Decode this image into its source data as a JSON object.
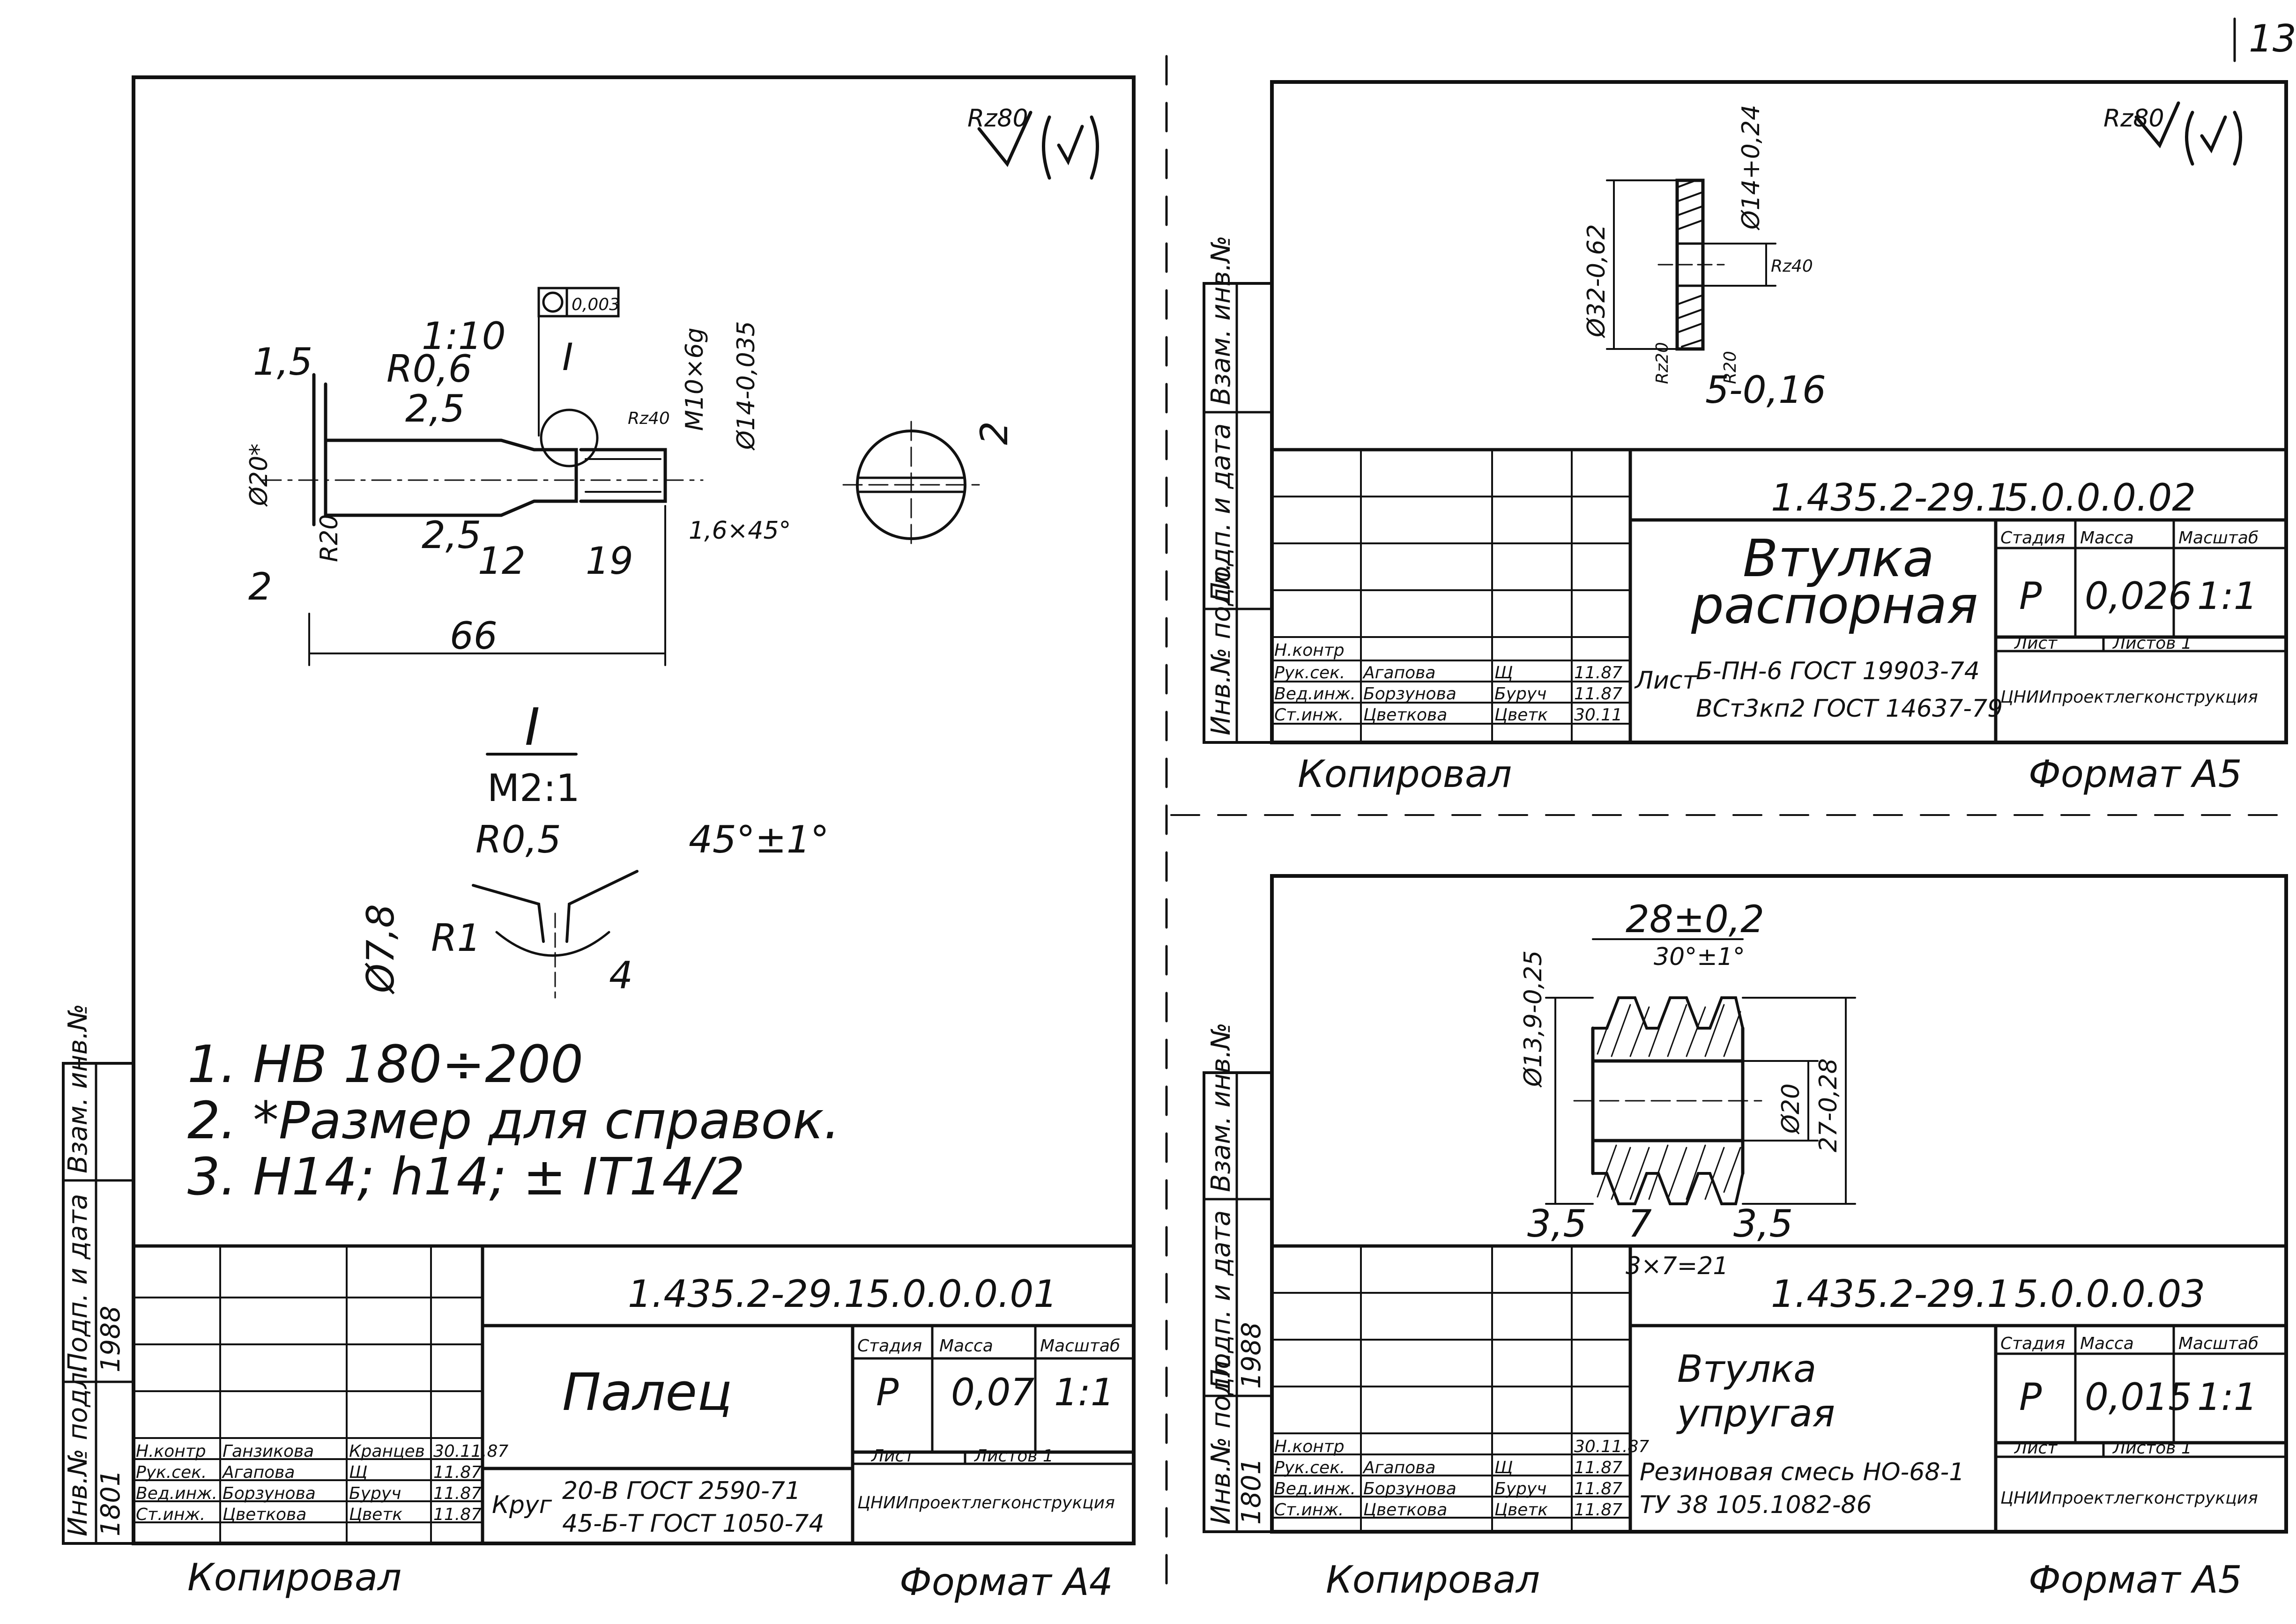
{
  "page": {
    "corner_number": "13"
  },
  "sheet1": {
    "roughness": "Rz80",
    "notes": [
      "1. HB 180÷200",
      "2. *Размер для справок.",
      "3. H14; h14; ± IT14/2"
    ],
    "section": {
      "label": "I",
      "scale": "M2:1"
    },
    "dims": {
      "d15": "1,5",
      "r06": "R0,6",
      "taper": "1:10",
      "tol_val": "0,003",
      "sec_mark": "I",
      "d25a": "2,5",
      "d25b": "2,5",
      "thread": "M10×6g",
      "dia14": "Ø14-0,035",
      "dia20": "Ø20*",
      "r20": "R20",
      "d2": "2",
      "d12": "12",
      "d19": "19",
      "chamfer": "1,6×45°",
      "d66": "66",
      "d2r": "2",
      "rz": "Rz40"
    },
    "detail": {
      "r05": "R0,5",
      "angle": "45°±1°",
      "r1": "R1",
      "d78": "Ø7,8",
      "d4": "4"
    },
    "title": {
      "doc_code": "1.435.2-29.1",
      "part_code": "5.0.0.0.01",
      "name": "Палец",
      "stage_h": "Стадия",
      "mass_h": "Масса",
      "scale_h": "Масштаб",
      "stage": "Р",
      "mass": "0,07",
      "scale": "1:1",
      "sheet_h": "Лист",
      "sheets_h": "Листов 1",
      "material_pre": "Круг",
      "material1": "20-В ГОСТ 2590-71",
      "material2": "45-Б-Т ГОСТ 1050-74",
      "org": "ЦНИИпроектлегконструкция"
    },
    "staff": [
      {
        "role": "Н.контр",
        "name": "Ганзикова",
        "sign": "Кранцев",
        "date": "30.11.87"
      },
      {
        "role": "Рук.сек.",
        "name": "Агапова",
        "sign": "Щ",
        "date": "11.87"
      },
      {
        "role": "Вед.инж.",
        "name": "Борзунова",
        "sign": "Буруч",
        "date": "11.87"
      },
      {
        "role": "Ст.инж.",
        "name": "Цветкова",
        "sign": "Цветк",
        "date": "11.87"
      }
    ],
    "side_labels": [
      "Инв.№ подл.",
      "Подп. и дата",
      "Взам. инв.№"
    ],
    "side_values": [
      "1801",
      "1988"
    ],
    "copied": "Копировал",
    "format": "Формат А4"
  },
  "sheet2": {
    "roughness": "Rz80",
    "dims": {
      "d32": "Ø32-0,62",
      "d14": "Ø14+0,24",
      "rz40": "Rz40",
      "r20": "R20",
      "rz20": "Rz20",
      "thk": "5-0,16"
    },
    "title": {
      "doc_code": "1.435.2-29.1",
      "part_code": "5.0.0.0.02",
      "name1": "Втулка",
      "name2": "распорная",
      "stage_h": "Стадия",
      "mass_h": "Масса",
      "scale_h": "Масштаб",
      "stage": "Р",
      "mass": "0,026",
      "scale": "1:1",
      "sheet_h": "Лист",
      "sheets_h": "Листов 1",
      "material_pre": "Лист",
      "material1": "Б-ПН-6 ГОСТ 19903-74",
      "material2": "ВСт3кп2 ГОСТ 14637-79",
      "org": "ЦНИИпроектлегконструкция"
    },
    "staff": [
      {
        "role": "Н.контр",
        "name": "",
        "sign": "",
        "date": ""
      },
      {
        "role": "Рук.сек.",
        "name": "Агапова",
        "sign": "Щ",
        "date": "11.87"
      },
      {
        "role": "Вед.инж.",
        "name": "Борзунова",
        "sign": "Буруч",
        "date": "11.87"
      },
      {
        "role": "Ст.инж.",
        "name": "Цветкова",
        "sign": "Цветк",
        "date": "30.11"
      }
    ],
    "side_labels": [
      "Инв.№ подл.",
      "Подп. и дата",
      "Взам. инв.№"
    ],
    "copied": "Копировал",
    "format": "Формат А5"
  },
  "sheet3": {
    "dims": {
      "d28": "28±0,2",
      "ang": "30°±1°",
      "d139": "Ø13,9-0,25",
      "d20": "Ø20",
      "d27": "27-0,28",
      "d35a": "3,5",
      "d7": "7",
      "d35b": "3,5",
      "d3x7": "3×7=21"
    },
    "title": {
      "doc_code": "1.435.2-29.1",
      "part_code": "5.0.0.0.03",
      "name1": "Втулка",
      "name2": "упругая",
      "stage_h": "Стадия",
      "mass_h": "Масса",
      "scale_h": "Масштаб",
      "stage": "Р",
      "mass": "0,015",
      "scale": "1:1",
      "sheet_h": "Лист",
      "sheets_h": "Листов 1",
      "material1": "Резиновая смесь НО-68-1",
      "material2": "ТУ 38 105.1082-86",
      "org": "ЦНИИпроектлегконструкция"
    },
    "staff": [
      {
        "role": "Н.контр",
        "name": "",
        "sign": "",
        "date": "30.11.87"
      },
      {
        "role": "Рук.сек.",
        "name": "Агапова",
        "sign": "Щ",
        "date": "11.87"
      },
      {
        "role": "Вед.инж.",
        "name": "Борзунова",
        "sign": "Буруч",
        "date": "11.87"
      },
      {
        "role": "Ст.инж.",
        "name": "Цветкова",
        "sign": "Цветк",
        "date": "11.87"
      }
    ],
    "side_labels": [
      "Инв.№ подл.",
      "Подп. и дата",
      "Взам. инв.№"
    ],
    "side_values": [
      "1801",
      "1988"
    ],
    "copied": "Копировал",
    "format": "Формат А5"
  }
}
